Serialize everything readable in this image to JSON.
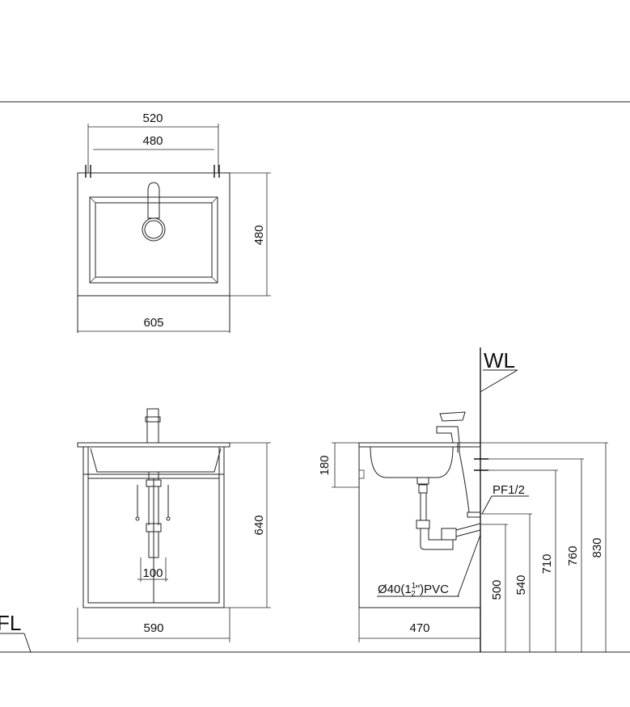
{
  "top_view": {
    "dim_outer_hole_spacing": "520",
    "dim_inner_hole_spacing": "480",
    "dim_depth": "480",
    "dim_width": "605"
  },
  "front_view": {
    "dim_height": "640",
    "dim_width": "590",
    "dim_trap": "100"
  },
  "side_view": {
    "wall_label": "WL",
    "dim_basin_depth": "180",
    "dim_cabinet_depth": "470",
    "supply_label": "PF1/2",
    "drain_label_prefix": "Ø40(1",
    "drain_frac_num": "1",
    "drain_frac_den": "2",
    "drain_label_suffix": "\")PVC",
    "heights": [
      "500",
      "540",
      "710",
      "760",
      "830"
    ]
  },
  "floor_label": "FL"
}
